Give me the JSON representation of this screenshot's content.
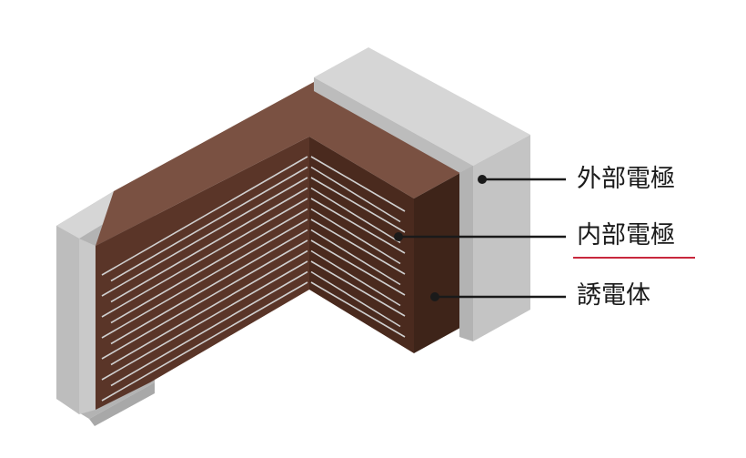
{
  "labels": {
    "external_electrode": "外部電極",
    "internal_electrode": "内部電極",
    "dielectric": "誘電体"
  },
  "colors": {
    "electrode_front": "#c9c9c9",
    "electrode_top": "#d6d6d6",
    "electrode_side": "#b3b3b3",
    "dielectric_top": "#7a5142",
    "dielectric_front": "#5a3528",
    "dielectric_inner_dark": "#3e2419",
    "electrode_lines": "#d0d0d0",
    "leader": "#1a1a1a",
    "highlight_underline": "#c8283c"
  },
  "internal_electrode_layers": 13
}
